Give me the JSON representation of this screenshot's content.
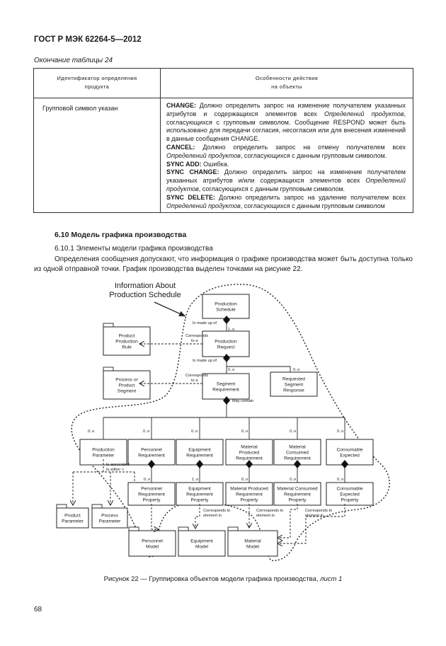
{
  "header": {
    "standard_id": "ГОСТ Р МЭК 62264-5—2012"
  },
  "table": {
    "caption": "Окончание таблицы 24",
    "col1_header_l1": "Идентификатор определения",
    "col1_header_l2": "продукта",
    "col2_header_l1": "Особенности действия",
    "col2_header_l2": "на объекты",
    "row": {
      "identifier": "Групповой символ указан",
      "change_kw": "CHANGE:",
      "change_t1": " Должно определить запрос на изменение получателем указанных атрибутов и содержащихся элементов всех ",
      "change_it": "Определений продуктов",
      "change_t2": ", согласующихся с групповым символом. Сообщение RESPOND может быть использовано для передачи согласия, несогласия или для внесения изменений в данные сообщения CHANGE.",
      "cancel_kw": "CANCEL:",
      "cancel_t1": " Должно определить запрос на отмену получателем всех ",
      "cancel_it": "Определений продуктов",
      "cancel_t2": ", согласующихся с данным групповым символом.",
      "syncadd_kw": "SYNC ADD:",
      "syncadd_t1": " Ошибка.",
      "syncchange_kw": "SYNC CHANGE:",
      "syncchange_t1": " Должно определить запрос на изменение получателем указанных атрибутов и/или содержащихся элементов всех ",
      "syncchange_it": "Определений продуктов",
      "syncchange_t2": ", согласующихся с данным групповым символом.",
      "syncdelete_kw": "SYNC DELETE:",
      "syncdelete_t1": " Должно определить запрос на удаление получателем всех ",
      "syncdelete_it": "Определений продуктов",
      "syncdelete_t2": ", согласующихся с данным групповым символом"
    }
  },
  "section": {
    "title": "6.10 Модель графика производства",
    "subtitle": "6.10.1 Элементы модели графика производства",
    "paragraph": "Определения сообщения допускают, что информация о графике производства может быть доступна только из одной отправной точки. График производства выделен точками на рисунке 22."
  },
  "diagram": {
    "callout_l1": "Information About",
    "callout_l2": "Production Schedule",
    "boxes": {
      "production_schedule": [
        "Production",
        "Schedule"
      ],
      "product_production_rule": [
        "Product",
        "Production",
        "Rule"
      ],
      "production_request": [
        "Production",
        "Request"
      ],
      "process_product_segment": [
        "Process or",
        "Product",
        "Segment"
      ],
      "segment_requirement": [
        "Segment",
        "Requirement"
      ],
      "requested_segment_response": [
        "Requested",
        "Segment",
        "Response"
      ],
      "production_parameter": [
        "Production",
        "Parameter"
      ],
      "personnel_requirement": [
        "Personnel",
        "Requirement"
      ],
      "equipment_requirement": [
        "Equipment",
        "Requirement"
      ],
      "material_produced_requirement": [
        "Material",
        "Produced",
        "Requirement"
      ],
      "material_consumed_requirement": [
        "Material",
        "Consumed",
        "Requirement"
      ],
      "consumable_expected": [
        "Consumable",
        "Expected"
      ],
      "personnel_requirement_property": [
        "Personnel",
        "Requirement",
        "Property"
      ],
      "equipment_requirement_property": [
        "Equipment",
        "Requirement",
        "Property"
      ],
      "material_produced_requirement_property": [
        "Material Produced",
        "Requirement",
        "Property"
      ],
      "material_consumed_requirement_property": [
        "Material Consumed",
        "Requirement",
        "Property"
      ],
      "consumable_expected_property": [
        "Consumable",
        "Expected",
        "Property"
      ],
      "product_parameter": [
        "Product",
        "Parameter"
      ],
      "process_parameter": [
        "Process",
        "Parameter"
      ],
      "personnel_model": [
        "Personnel",
        "Model"
      ],
      "equipment_model": [
        "Equipment",
        "Model"
      ],
      "material_model": [
        "Material",
        "Model"
      ]
    },
    "labels": {
      "is_made_up_of_1": "Is made up of",
      "mult_1n": "1..n",
      "corresponds_to_1": [
        "Corresponds",
        "to a"
      ],
      "is_made_up_of_2": "Is made up of",
      "mult_0n_1": "0..n",
      "mult_0n_2": "0..n",
      "corresponds_to_2": [
        "Corresponds",
        "to a"
      ],
      "may_contain": "May contain",
      "mult_0n_pp": "0..n",
      "mult_0n_pr": "0..n",
      "mult_0n_er": "0..n",
      "mult_0n_mpr": "0..n",
      "mult_0n_mcr": "0..n",
      "mult_0n_ce": "0..n",
      "associated_either": [
        "Is associated",
        "to either >"
      ],
      "mult_p1": "0..n",
      "mult_p2": "1..n",
      "mult_p3": "0..n",
      "mult_p4": "0..n",
      "mult_p5": "0..n",
      "corr_el_1": [
        "Corresponds to",
        "element in"
      ],
      "corr_el_2": [
        "Corresponds to",
        "element in"
      ],
      "corr_el_3": [
        "Corresponds to",
        "element in"
      ]
    }
  },
  "figure": {
    "caption_main": "Рисунок 22 — Группировка объектов модели графика производства, ",
    "caption_sheet": "лист 1"
  },
  "page": {
    "number": "68"
  }
}
